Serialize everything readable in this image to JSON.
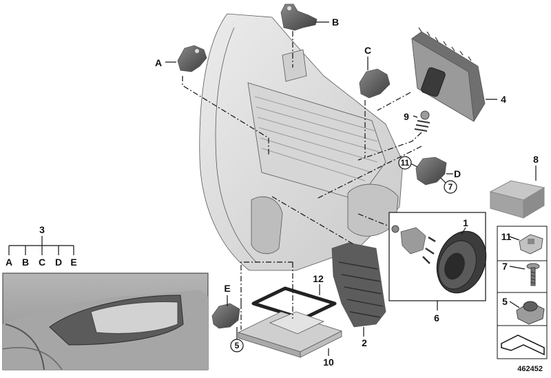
{
  "diagram": {
    "labels": {
      "a_top": "A",
      "b_top": "B",
      "c_top": "C",
      "d_right": "D",
      "e_bottom": "E",
      "n1": "1",
      "n2": "2",
      "n3": "3",
      "n4": "4",
      "n5": "5",
      "n6": "6",
      "n7": "7",
      "n8": "8",
      "n9": "9",
      "n10": "10",
      "n11": "11",
      "n12": "12"
    },
    "tree": {
      "a": "A",
      "b": "B",
      "c": "C",
      "d": "D",
      "e": "E"
    },
    "legend": {
      "item11": "11",
      "item7": "7",
      "item5": "5"
    },
    "diagram_number": "462452"
  }
}
